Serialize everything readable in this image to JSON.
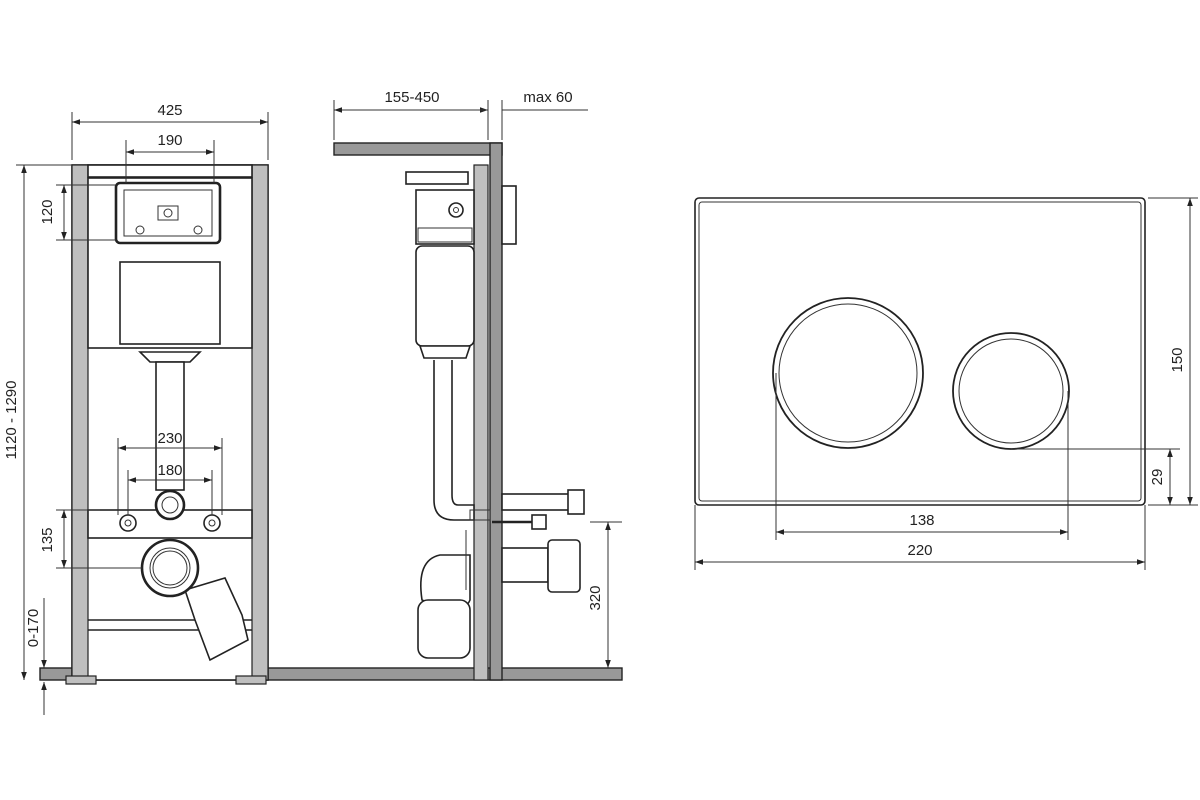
{
  "dimensions": {
    "front": {
      "width": "425",
      "panel_width": "190",
      "height": "1120 - 1290",
      "top_offset": "120",
      "bolt_spacing_outer": "230",
      "bolt_spacing_inner": "180",
      "drain_height": "135",
      "leg_adjust": "0-170"
    },
    "side": {
      "depth": "155-450",
      "panel_depth": "max 60",
      "outlet_height": "320"
    },
    "plate": {
      "height": "150",
      "button_offset": "29",
      "button_span": "138",
      "width": "220"
    }
  }
}
